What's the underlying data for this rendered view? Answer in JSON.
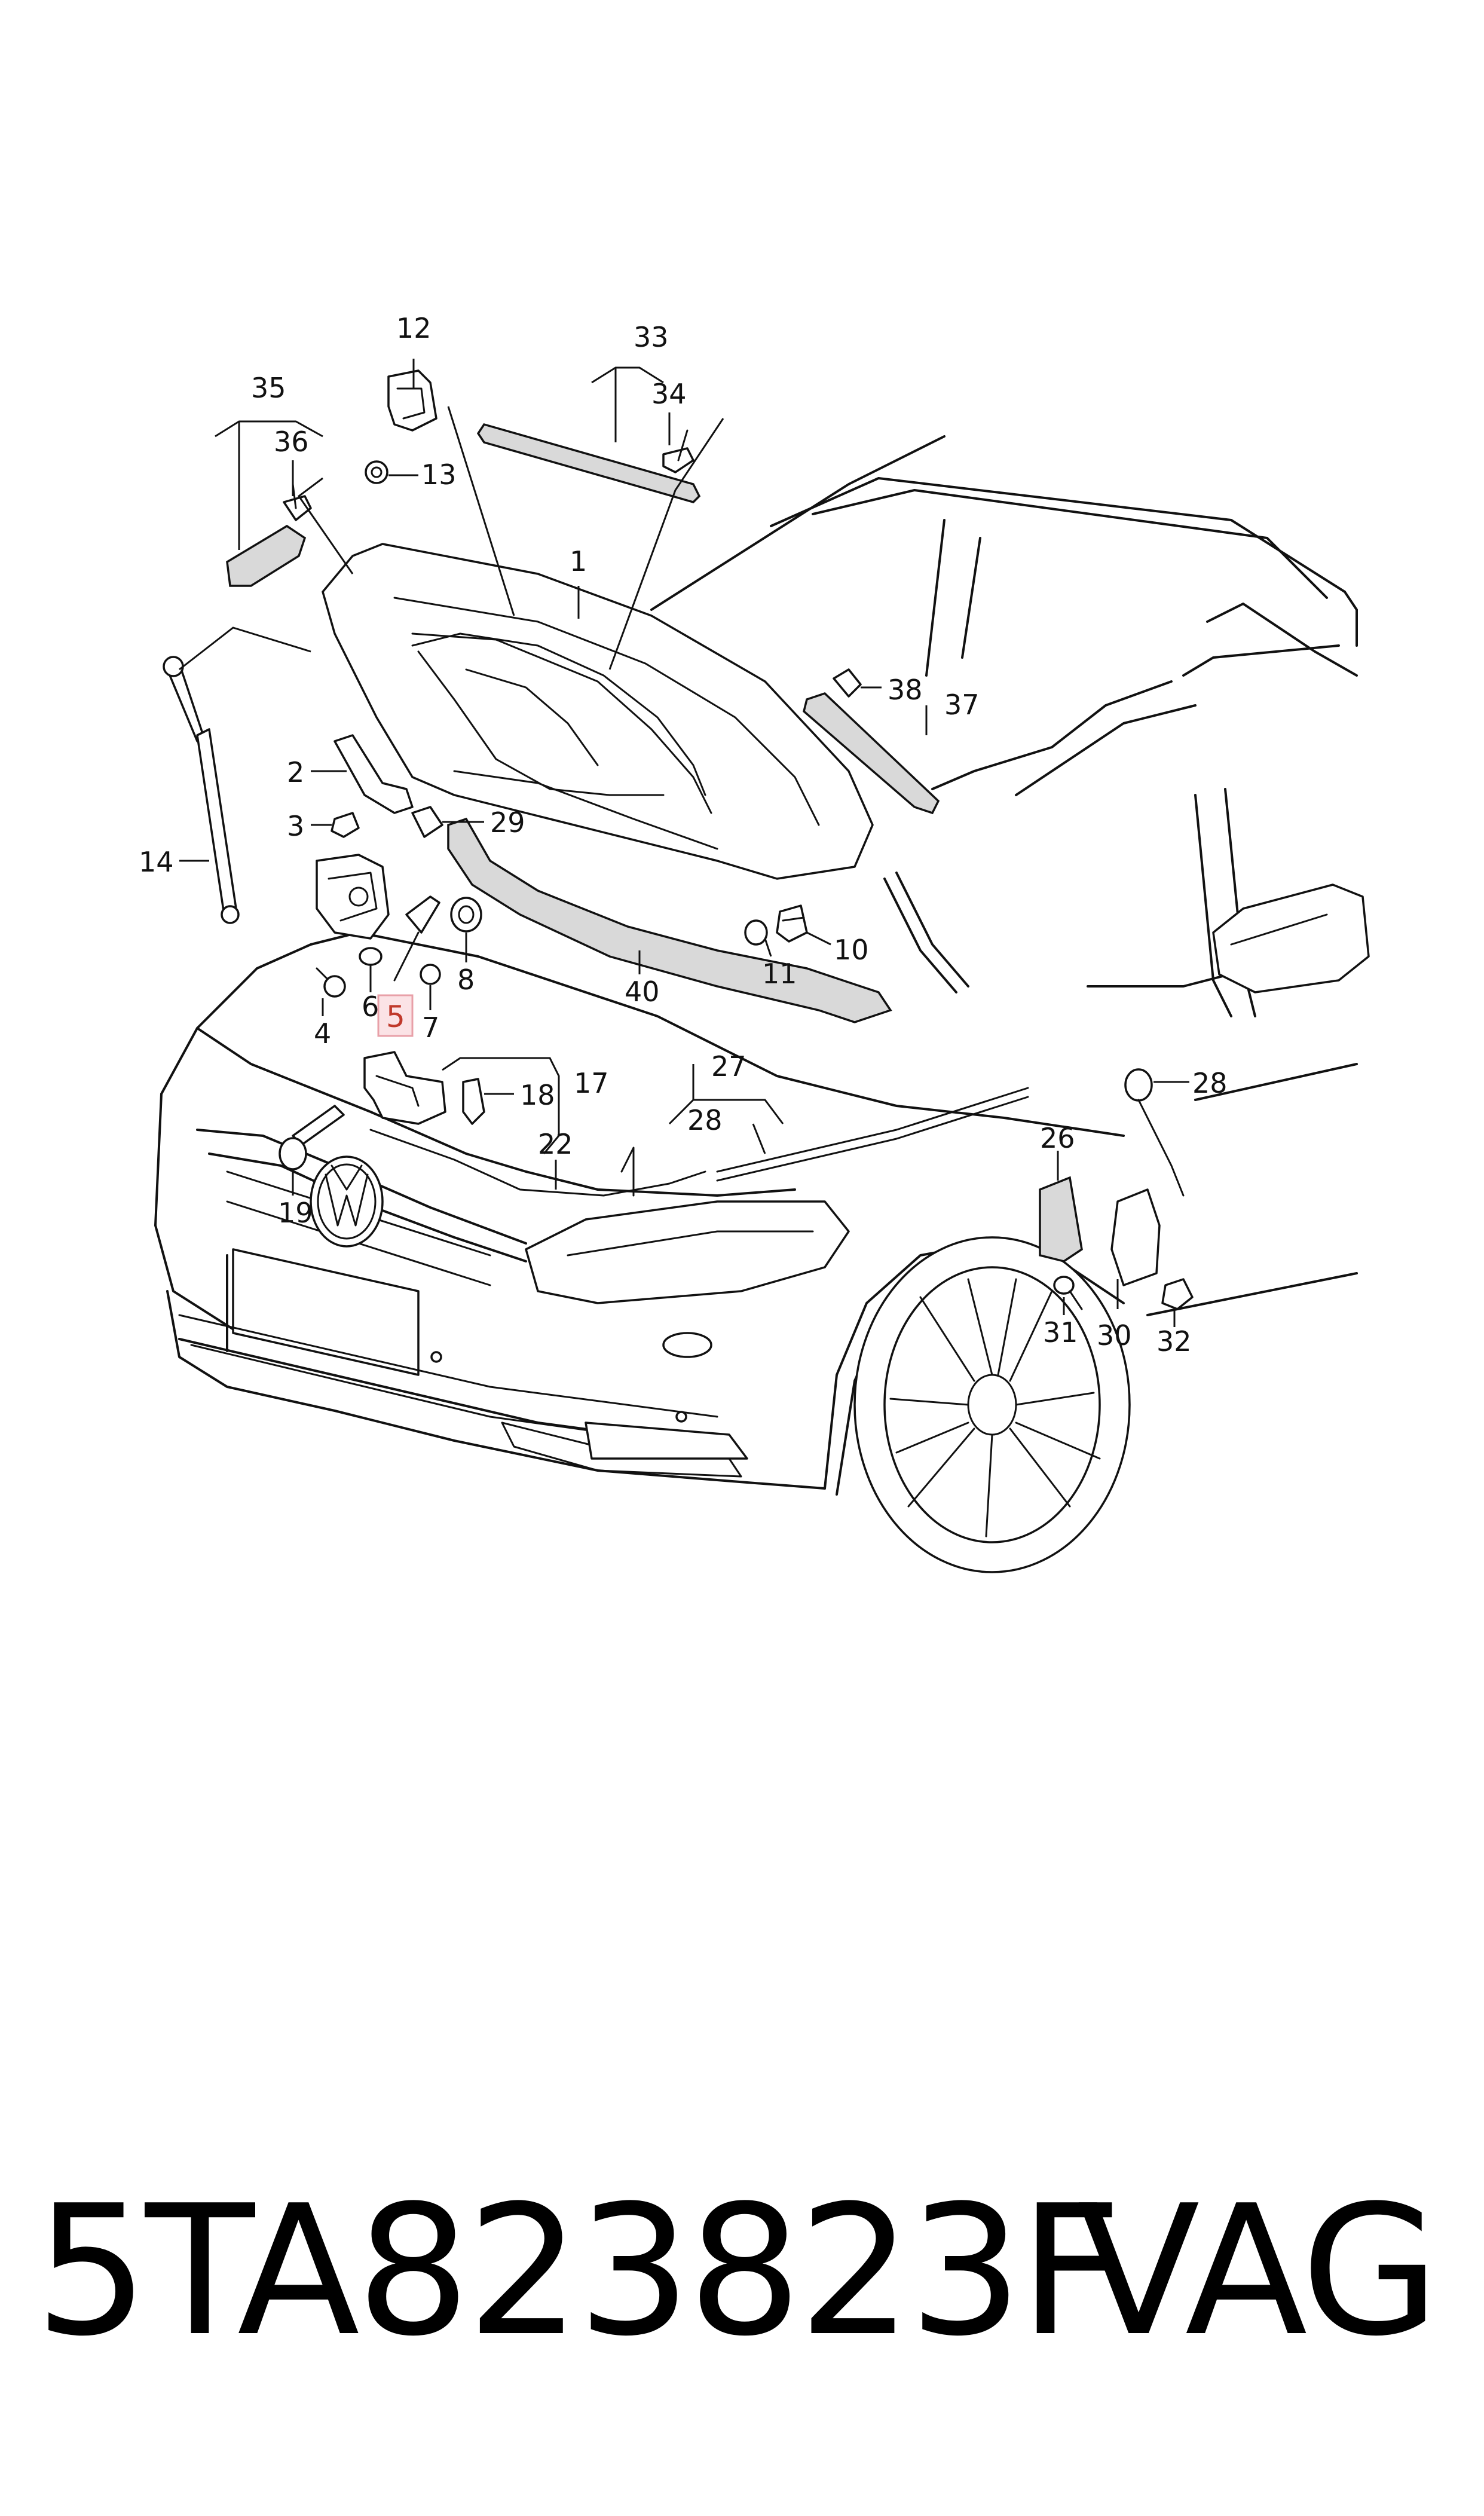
{
  "footer": {
    "part_number": "5TA823823F",
    "brand": "VAG"
  },
  "callouts": {
    "c1": "1",
    "c2": "2",
    "c3": "3",
    "c4": "4",
    "c5": "5",
    "c6": "6",
    "c7": "7",
    "c8": "8",
    "c10": "10",
    "c11": "11",
    "c12": "12",
    "c13": "13",
    "c14": "14",
    "c17": "17",
    "c18": "18",
    "c19": "19",
    "c22": "22",
    "c26": "26",
    "c27": "27",
    "c28a": "28",
    "c28b": "28",
    "c29": "29",
    "c30": "30",
    "c31": "31",
    "c32": "32",
    "c33": "33",
    "c34": "34",
    "c35": "35",
    "c36": "36",
    "c37": "37",
    "c38": "38",
    "c40": "40"
  },
  "highlighted_callout": "5",
  "colors": {
    "line": "#111111",
    "highlight_box": "#e8a0a8",
    "highlight_fill": "#fbe3e6"
  }
}
